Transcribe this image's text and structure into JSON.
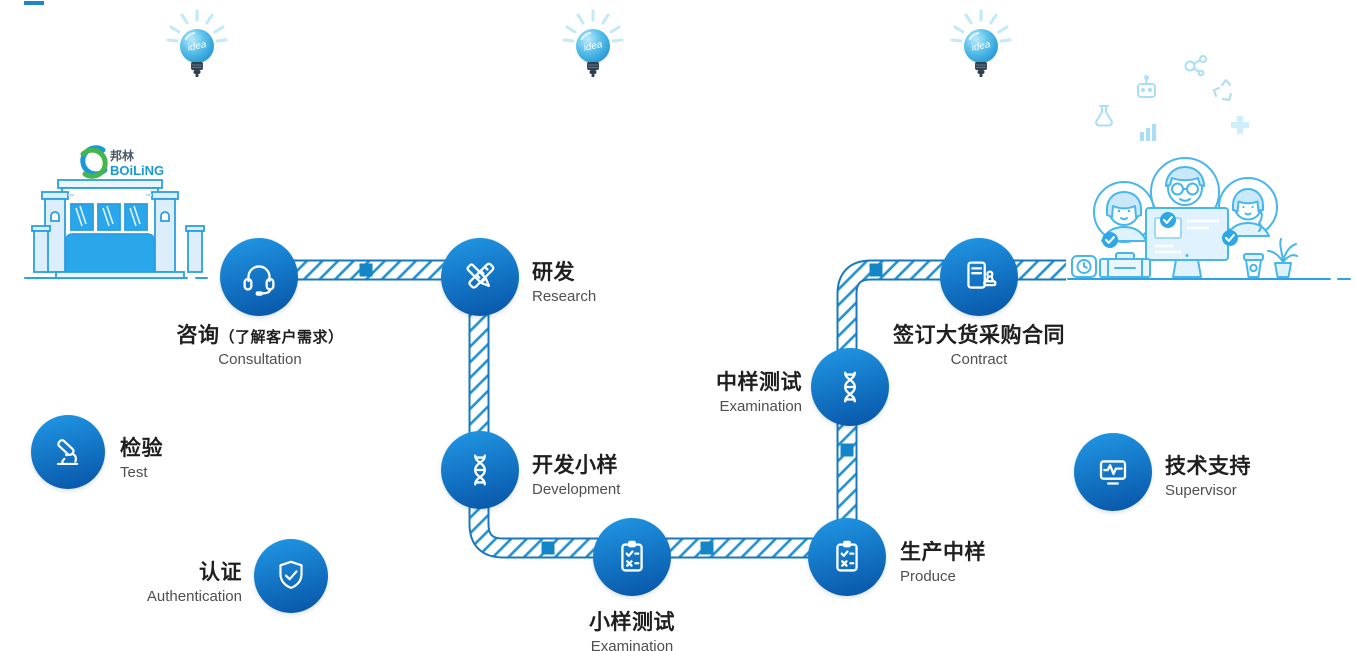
{
  "brand": {
    "logo_cn": "邦林",
    "logo_en": "BOiLiNG"
  },
  "decor": {
    "bulb_text": "idea"
  },
  "nodes": [
    {
      "id": "consultation",
      "icon": "headset-icon",
      "title": "咨询",
      "title_suffix": "（了解客户需求）",
      "subtitle": "Consultation"
    },
    {
      "id": "research",
      "icon": "pencil-ruler-icon",
      "title": "研发",
      "subtitle": "Research"
    },
    {
      "id": "development",
      "icon": "dna-icon",
      "title": "开发小样",
      "subtitle": "Development"
    },
    {
      "id": "sample-examination",
      "icon": "clipboard-check-icon",
      "title": "小样测试",
      "subtitle": "Examination"
    },
    {
      "id": "produce",
      "icon": "clipboard-check-icon",
      "title": "生产中样",
      "subtitle": "Produce"
    },
    {
      "id": "mid-examination",
      "icon": "dna-icon",
      "title": "中样测试",
      "subtitle": "Examination"
    },
    {
      "id": "contract",
      "icon": "contract-stamp-icon",
      "title": "签订大货采购合同",
      "subtitle": "Contract"
    },
    {
      "id": "test",
      "icon": "microscope-icon",
      "title": "检验",
      "subtitle": "Test"
    },
    {
      "id": "authentication",
      "icon": "shield-check-icon",
      "title": "认证",
      "subtitle": "Authentication"
    },
    {
      "id": "support",
      "icon": "monitor-pulse-icon",
      "title": "技术支持",
      "subtitle": "Supervisor"
    }
  ],
  "colors": {
    "node_gradient_start": "#1f93e0",
    "node_gradient_end": "#0a5bad",
    "path_border": "#1878bf",
    "hatch_stripe": "#2191d1",
    "path_square": "#1486c8",
    "ground_line": "#2aa4e4",
    "illustration_stroke": "#47b6ec",
    "title_text": "#1f1f1f",
    "subtitle_text": "#4f4f4f",
    "accent_bar": "#1e87c9"
  }
}
